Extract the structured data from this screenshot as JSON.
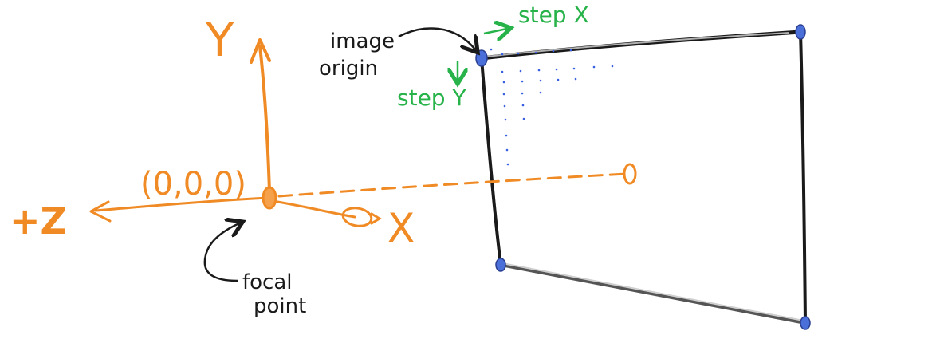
{
  "axes": {
    "y_label": "Y",
    "x_label": "X",
    "z_label": "+Z",
    "origin_label": "(0,0,0)"
  },
  "annotations": {
    "focal_point": [
      "focal",
      "point"
    ],
    "image_origin": [
      "image",
      "origin"
    ],
    "step_x": "step X",
    "step_y": "step Y"
  },
  "colors": {
    "axis": "#f08a24",
    "frame": "#1a1a1a",
    "frame_gray": "#9a9a9a",
    "corner": "#4a6fd8",
    "step": "#27b34a",
    "pixel_dots": "#3a5fe0"
  }
}
